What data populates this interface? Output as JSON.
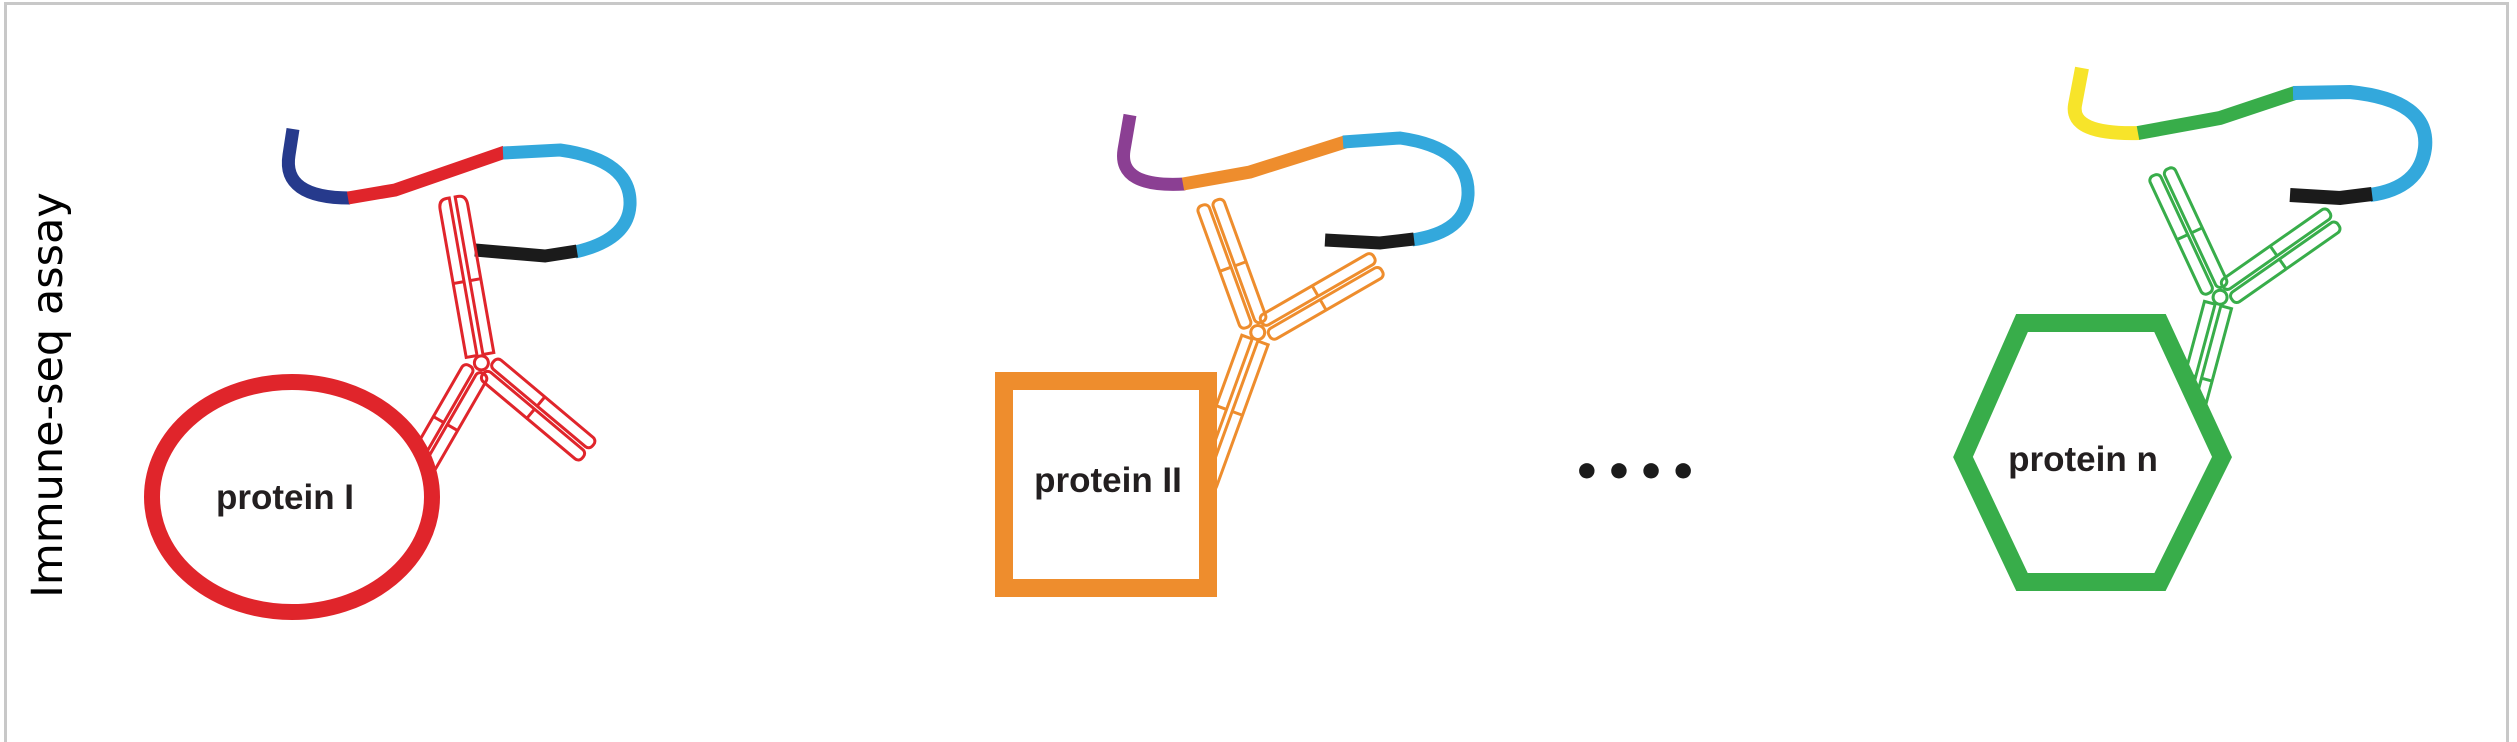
{
  "side_label": "Immune-seq assay",
  "ellipsis": "••••",
  "colors": {
    "red": "#e0252b",
    "orange": "#ee8d2d",
    "green": "#38ad4a",
    "light_blue": "#33a8dc",
    "black": "#1b1b1b",
    "navy": "#263a8c",
    "purple": "#8b3f93",
    "yellow": "#f7e42a",
    "frame": "#c8c8c8"
  },
  "panels": [
    {
      "protein_label": "protein I",
      "shape": "ellipse",
      "color": "red",
      "barcode": [
        "navy",
        "red",
        "light_blue",
        "black"
      ]
    },
    {
      "protein_label": "protein II",
      "shape": "square",
      "color": "orange",
      "barcode": [
        "purple",
        "orange",
        "light_blue",
        "black"
      ]
    },
    {
      "protein_label": "protein n",
      "shape": "hexagon",
      "color": "green",
      "barcode": [
        "yellow",
        "green",
        "light_blue",
        "black"
      ]
    }
  ]
}
